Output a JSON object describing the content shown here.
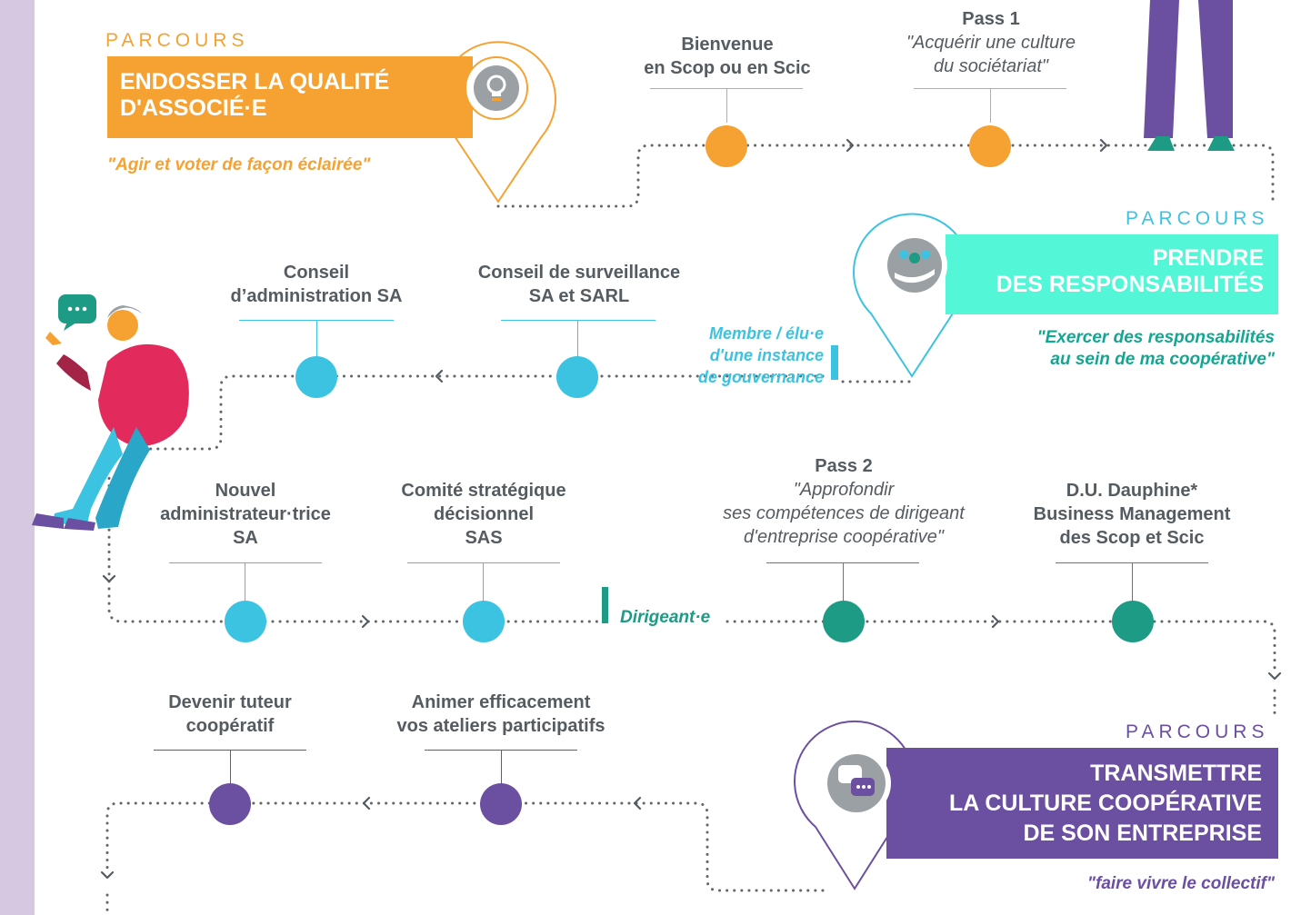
{
  "colors": {
    "orange": "#f6a233",
    "cyan": "#3cc3e1",
    "teal": "#1e9b85",
    "purple": "#6b4fa0",
    "mint": "#54f6d8",
    "sidebar": "#d6c8e1",
    "text_gray": "#555c61",
    "teal_text": "#12a792"
  },
  "parcours1": {
    "kicker": "PARCOURS",
    "title_line1": "ENDOSSER LA QUALITÉ",
    "title_line2": "D'ASSOCIÉ·E",
    "quote": "\"Agir et voter de façon éclairée\"",
    "icon": "lightbulb-icon"
  },
  "parcours2": {
    "kicker": "PARCOURS",
    "title_line1": "PRENDRE",
    "title_line2": "DES RESPONSABILITÉS",
    "quote_line1": "\"Exercer des responsabilités",
    "quote_line2": "au sein de ma coopérative\"",
    "icon": "group-hand-icon"
  },
  "parcours3": {
    "kicker": "PARCOURS",
    "title_line1": "TRANSMETTRE",
    "title_line2": "LA CULTURE COOPÉRATIVE",
    "title_line3": "DE SON ENTREPRISE",
    "quote": "\"faire vivre le collectif\"",
    "icon": "chat-bubbles-icon"
  },
  "row1": {
    "steps": [
      {
        "line1": "Bienvenue",
        "line2": "en Scop ou en Scic"
      },
      {
        "line1": "Pass 1",
        "line2": "\"Acquérir une culture",
        "line3": "du sociétariat\""
      }
    ]
  },
  "row2": {
    "role_line1": "Membre / élu·e",
    "role_line2": "d'une instance",
    "role_line3": "de gouvernance",
    "steps": [
      {
        "line1": "Conseil",
        "line2": "d’administration SA"
      },
      {
        "line1": "Conseil de surveillance",
        "line2": "SA et SARL"
      }
    ]
  },
  "row3": {
    "role": "Dirigeant·e",
    "steps": [
      {
        "line1": "Nouvel",
        "line2": "administrateur·trice",
        "line3": "SA"
      },
      {
        "line1": "Comité stratégique",
        "line2": "décisionnel",
        "line3": "SAS"
      },
      {
        "line1": "Pass 2",
        "line2": "\"Approfondir",
        "line3": "ses compétences de dirigeant",
        "line4": "d'entreprise coopérative\""
      },
      {
        "line1": "D.U. Dauphine*",
        "line2": "Business Management",
        "line3": "des Scop et Scic"
      }
    ]
  },
  "row4": {
    "steps": [
      {
        "line1": "Devenir tuteur",
        "line2": "coopératif"
      },
      {
        "line1": "Animer efficacement",
        "line2": "vos ateliers participatifs"
      }
    ]
  }
}
